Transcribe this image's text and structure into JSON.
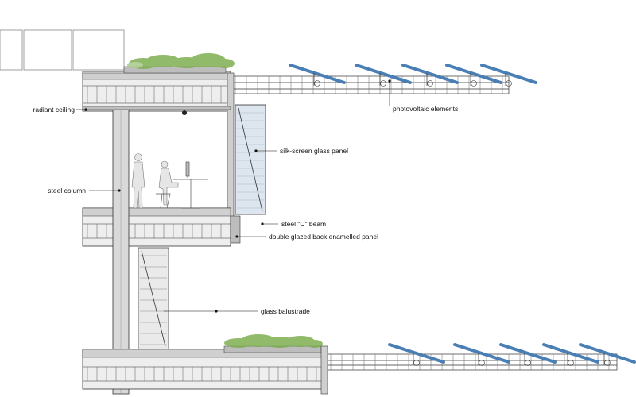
{
  "labels": {
    "radiant_ceiling": "radiant ceiling",
    "photovoltaic": "photovoltaic elements",
    "silk_screen": "silk-screen glass panel",
    "steel_column": "steel column",
    "steel_c_beam": "steel \"C\" beam",
    "enamelled_panel": "double glazed back enamelled panel",
    "glass_balustrade": "glass balustrade"
  },
  "colors": {
    "line": "#333333",
    "structure": "#d9d9d9",
    "glass": "#dde6ee",
    "greenery": "#7fae52",
    "pv_panel": "#4a7fb5"
  }
}
